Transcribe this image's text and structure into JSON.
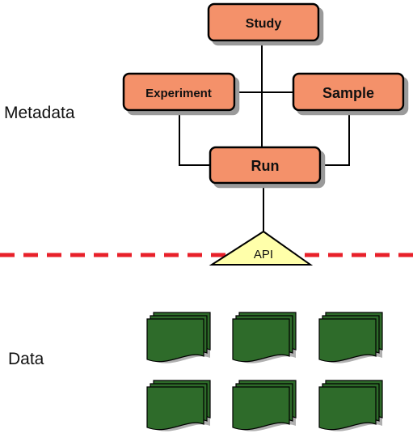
{
  "labels": {
    "metadata": "Metadata",
    "data": "Data"
  },
  "nodes": {
    "study": "Study",
    "experiment": "Experiment",
    "sample": "Sample",
    "run": "Run",
    "api": "API"
  },
  "colors": {
    "node_fill": "#f4916a",
    "node_stroke": "#000000",
    "api_fill": "#ffffaa",
    "divider": "#e8202a",
    "data_file_fill": "#2e6b2a",
    "data_file_shadow": "#b0b0b0"
  },
  "data_files": {
    "rows": 2,
    "columns": 3
  }
}
